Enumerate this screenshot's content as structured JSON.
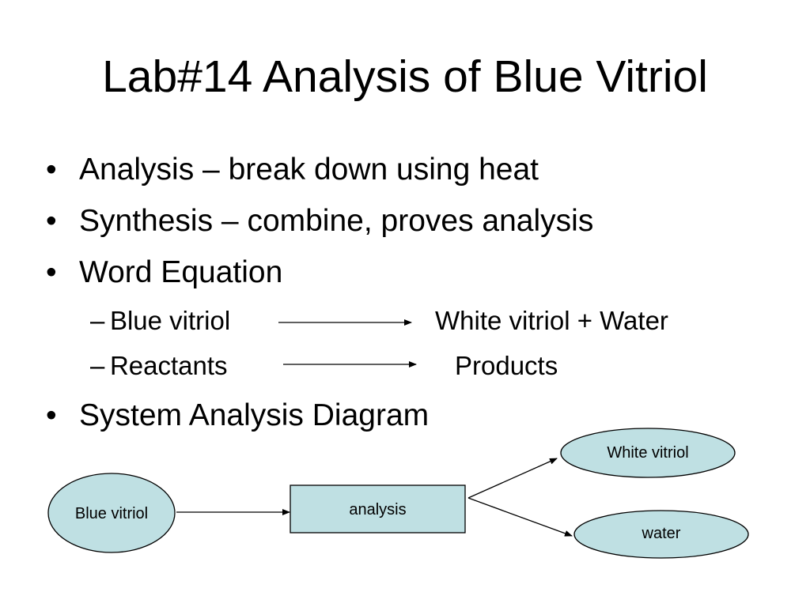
{
  "title": "Lab#14 Analysis of Blue Vitriol",
  "bullets": [
    "Analysis – break down using heat",
    "Synthesis – combine, proves analysis",
    "Word Equation",
    "System Analysis Diagram"
  ],
  "equation": {
    "row1": {
      "dash": "–",
      "left": "Blue vitriol",
      "right": "White vitriol + Water"
    },
    "row2": {
      "dash": "–",
      "left": "Reactants",
      "right": "Products"
    }
  },
  "diagram": {
    "input": "Blue vitriol",
    "process": "analysis",
    "output_top": "White vitriol",
    "output_bottom": "water",
    "fill_color": "#bfe0e3",
    "stroke_color": "#000000"
  },
  "bullet_symbol": "•"
}
